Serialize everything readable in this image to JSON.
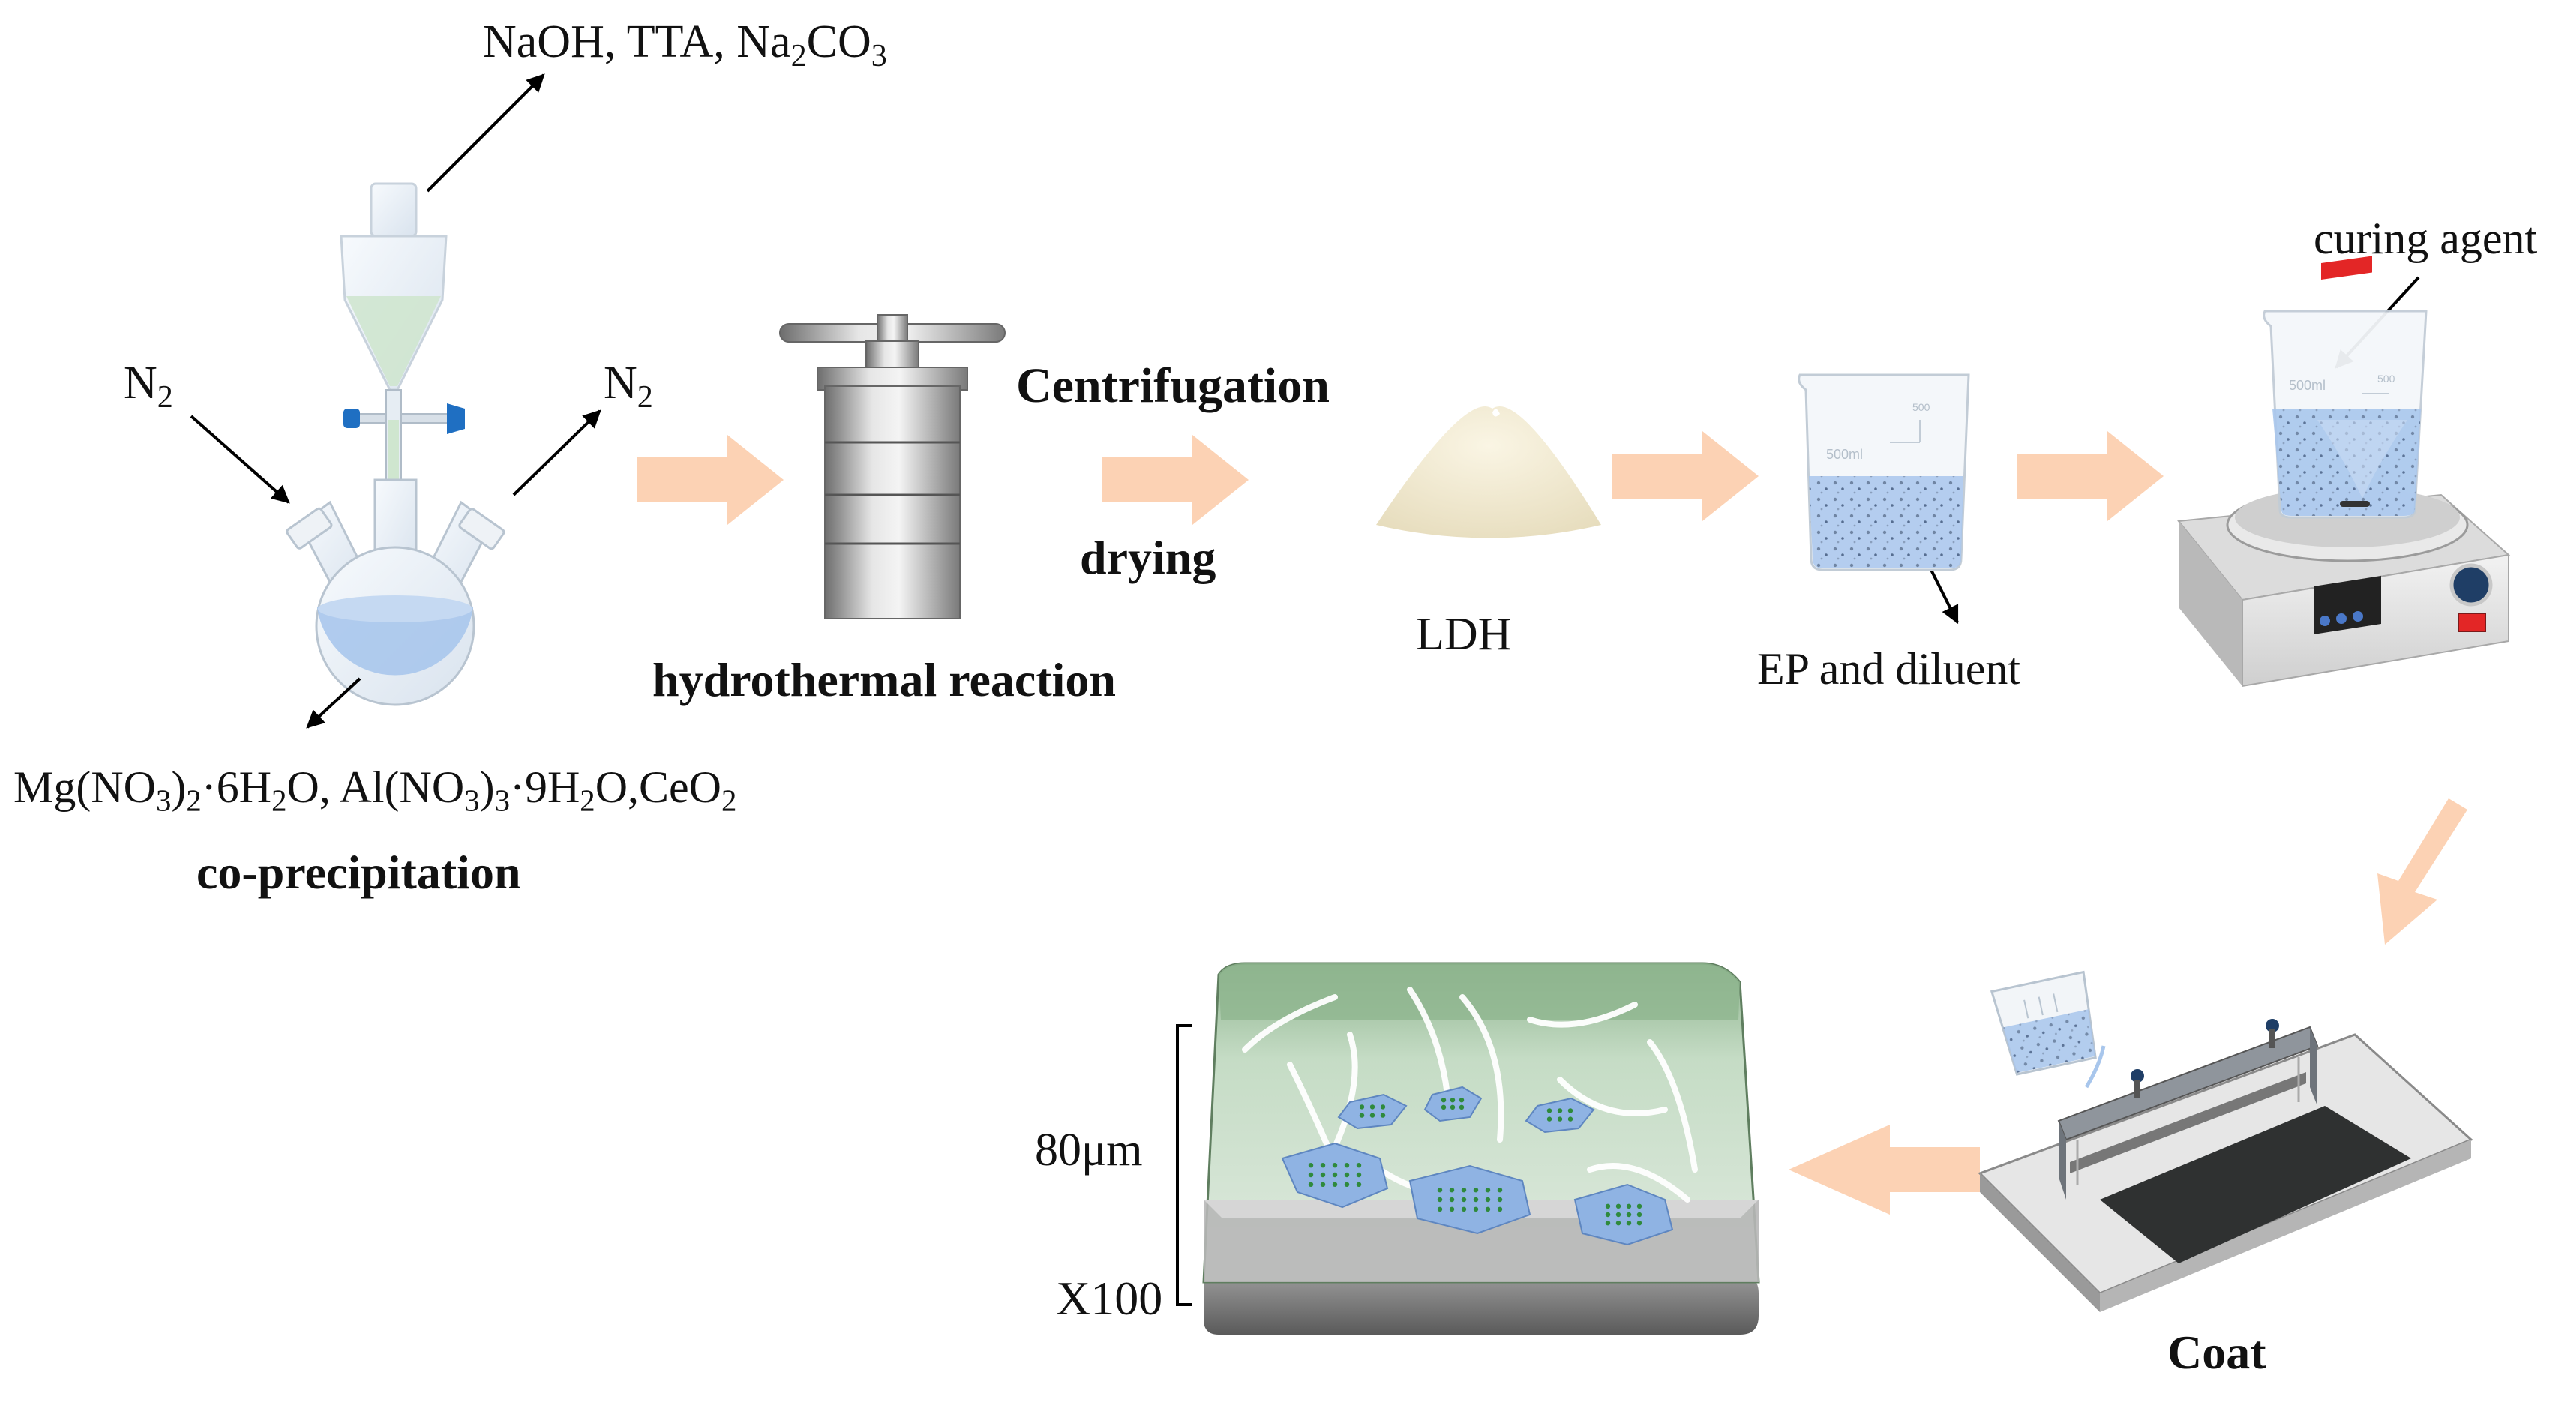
{
  "reagents_top": {
    "main": "NaOH, TTA, Na",
    "sub1": "2",
    "mid": "CO",
    "sub2": "3"
  },
  "n2_left": {
    "main": "N",
    "sub": "2"
  },
  "n2_right": {
    "main": "N",
    "sub": "2"
  },
  "reagents_bottom": {
    "p1": "Mg(NO",
    "s1": "3",
    "p2": ")",
    "s2": "2",
    "p3": "·6H",
    "s3": "2",
    "p4": "O, Al(NO",
    "s4": "3",
    "p5": ")",
    "s5": "3",
    "p6": "·9H",
    "s6": "2",
    "p7": "O,CeO",
    "s7": "2"
  },
  "step_coprecipitation": "co-precipitation",
  "step_centrifugation": "Centrifugation",
  "step_drying": "drying",
  "step_hydrothermal": "hydrothermal reaction",
  "product_ldh": "LDH",
  "label_ep_diluent": "EP and diluent",
  "label_curing_agent": "curing agent",
  "step_coat": "Coat",
  "scale_thickness": "80μm",
  "scale_magnification": "X100",
  "beaker_marks": {
    "left_500": "500ml",
    "left_small": "500",
    "right_500": "500ml",
    "right_small": "500"
  },
  "colors": {
    "flow_arrow": "#fcd2b4",
    "liquid": "#a8c6ec",
    "green_liquid": "#cfe6cf",
    "coating_green": "#8fb58f",
    "ldh_plate": "#8fb3e3",
    "ldh_dot": "#2f8a3c",
    "powder": "#eee6cc",
    "display_red": "#e32626"
  }
}
